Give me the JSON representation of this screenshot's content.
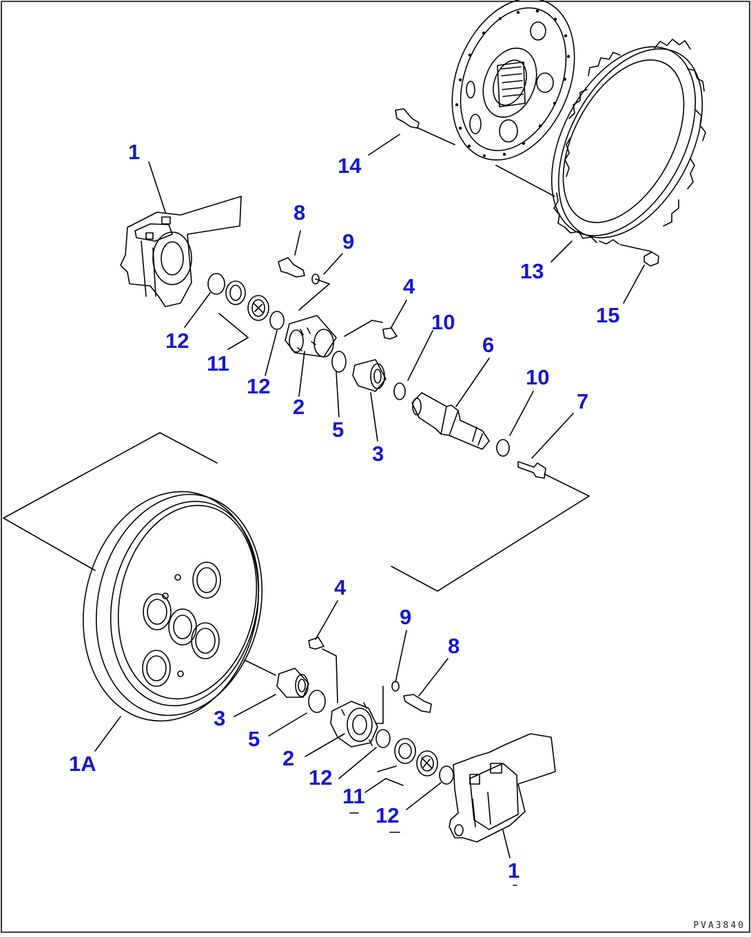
{
  "drawing_code": "PVA3840",
  "callouts": {
    "c1_top": "1",
    "c14": "14",
    "c8_top": "8",
    "c9_top": "9",
    "c13": "13",
    "c15": "15",
    "c4_top": "4",
    "c10_a": "10",
    "c6": "6",
    "c10_b": "10",
    "c7": "7",
    "c12_a": "12",
    "c11_top": "11",
    "c12_b": "12",
    "c2_top": "2",
    "c5_top": "5",
    "c3_top": "3",
    "c4_bot": "4",
    "c9_bot": "9",
    "c8_bot": "8",
    "c3_bot": "3",
    "c5_bot": "5",
    "c2_bot": "2",
    "c12_c": "12",
    "c1A": "1A",
    "c11_bot": "11",
    "c12_d": "12",
    "c1_bot": "1"
  }
}
